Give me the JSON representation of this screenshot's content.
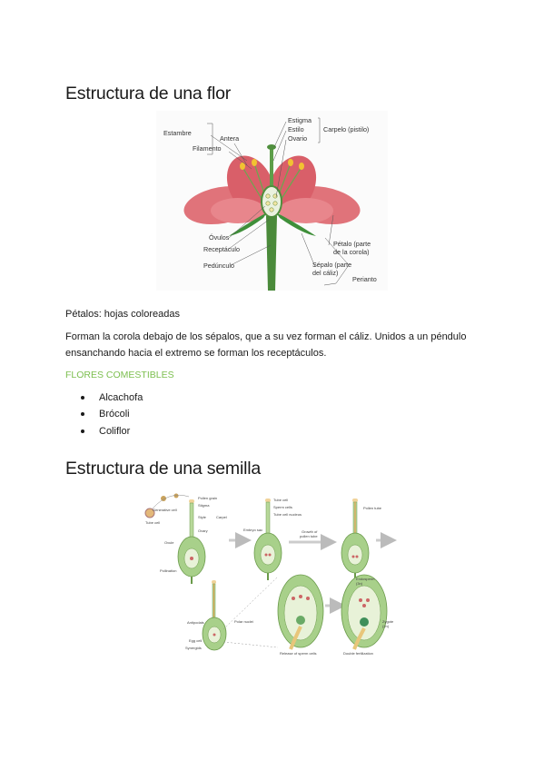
{
  "sections": {
    "flower": {
      "title": "Estructura de una flor",
      "diagram_labels": {
        "estambre": "Estambre",
        "antera": "Antera",
        "filamento": "Filamento",
        "estigma": "Estigma",
        "estilo": "Estilo",
        "ovario": "Ovario",
        "carpelo": "Carpelo (pistilo)",
        "ovulos": "Óvulos",
        "receptaculo": "Receptáculo",
        "pedunculo": "Pedúnculo",
        "petalo_1": "Pétalo (parte",
        "petalo_2": "de la corola)",
        "sepalo_1": "Sépalo (parte",
        "sepalo_2": "del cáliz)",
        "perianto": "Perianto"
      },
      "petals_line": "Pétalos: hojas coloreadas",
      "description": "Forman la corola debajo de los sépalos, que a su vez forman el cáliz. Unidos a un péndulo ensanchando hacia el extremo se forman los receptáculos.",
      "edible_heading": "FLORES COMESTIBLES",
      "edible_list": [
        "Alcachofa",
        "Brócoli",
        "Coliflor"
      ]
    },
    "seed": {
      "title": "Estructura de una semilla",
      "diagram_labels": {
        "pollen_grain": "Pollen grain",
        "generative_cell": "Generative cell",
        "tube_cell": "Tube cell",
        "stigma": "Stigma",
        "style": "Style",
        "carpel": "Carpel",
        "ovary": "Ovary",
        "ovule": "Ovule",
        "pollination": "Pollination",
        "embryo_sac": "Embryo sac",
        "tube_cell_2": "Tube cell",
        "sperm_cells": "Sperm cells",
        "tube_cell_nucleus": "Tube cell nucleus",
        "growth_1": "Growth of",
        "growth_2": "pollen tube",
        "pollen_tube": "Pollen tube",
        "antipodals": "Antipodals",
        "polar_nuclei": "Polar nuclei",
        "egg_cell": "Egg cell",
        "synergids": "Synergids",
        "release": "Release of sperm cells",
        "endosperm_1": "Endosperm",
        "endosperm_2": "(3n)",
        "zygote_1": "Zygote",
        "zygote_2": "(2n)",
        "double_fert": "Double fertilization"
      }
    }
  }
}
